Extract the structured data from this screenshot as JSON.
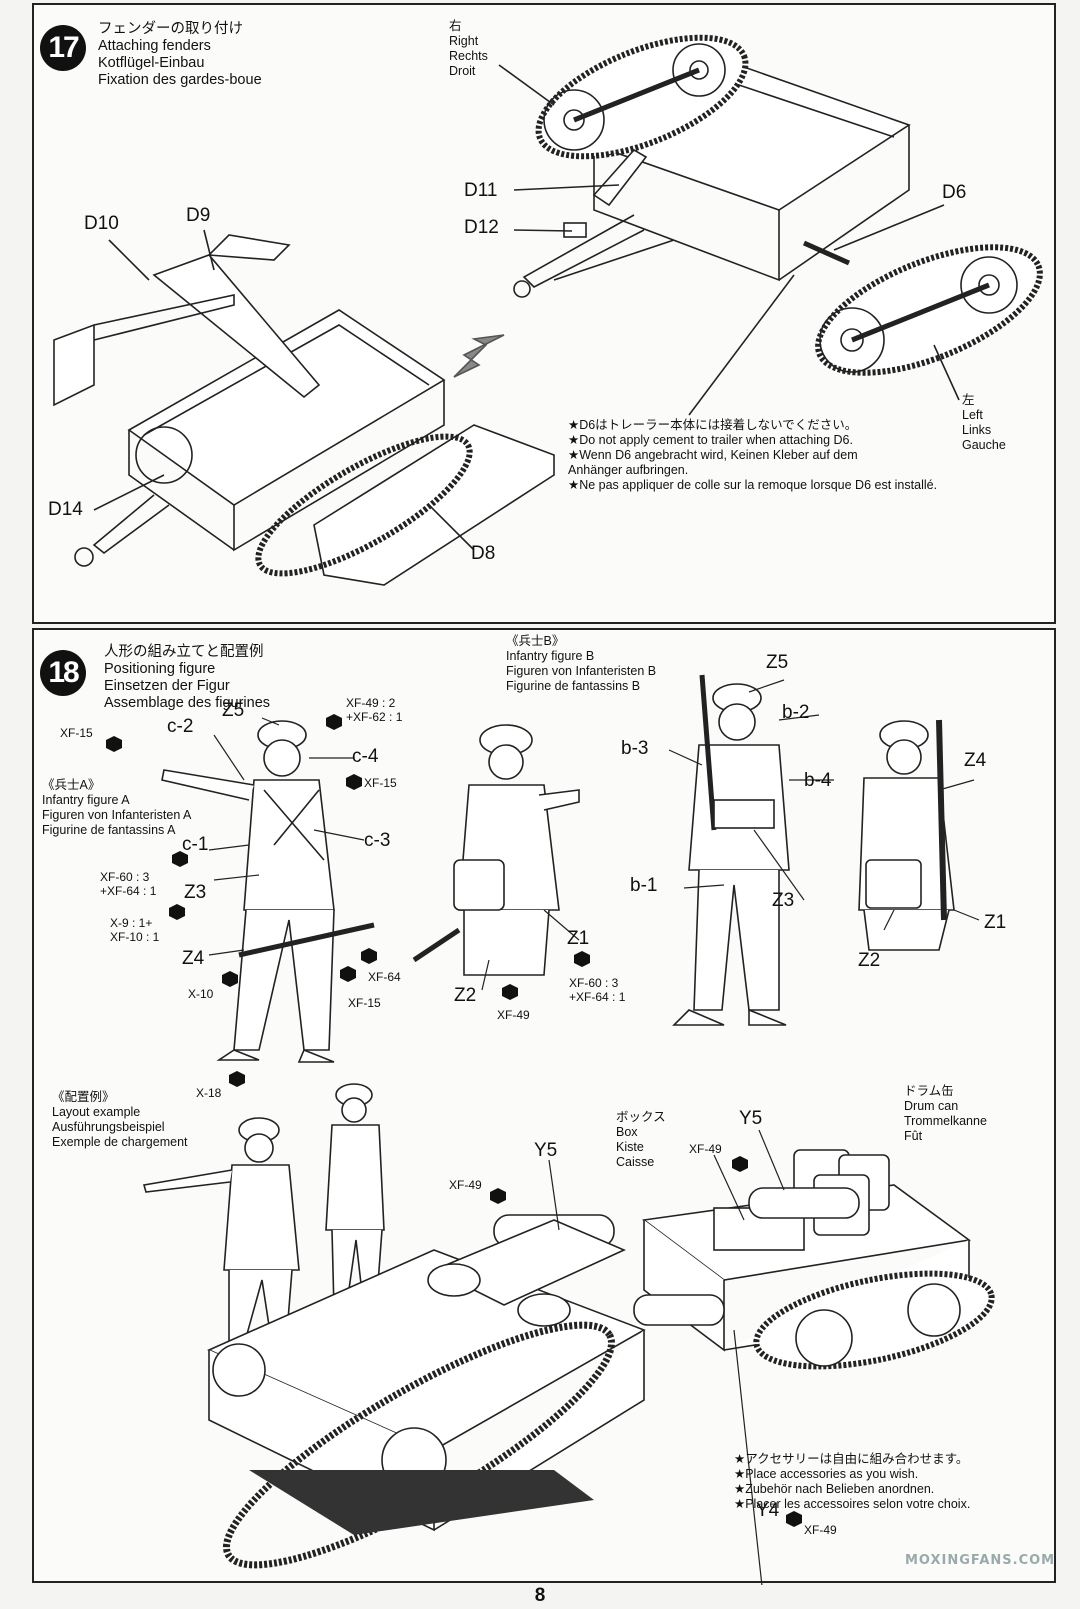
{
  "step17": {
    "number": "17",
    "title": [
      "フェンダーの取り付け",
      "Attaching fenders",
      "Kotflügel-Einbau",
      "Fixation des gardes-boue"
    ],
    "right_label": [
      "右",
      "Right",
      "Rechts",
      "Droit"
    ],
    "left_label": [
      "左",
      "Left",
      "Links",
      "Gauche"
    ],
    "parts": {
      "D11": "D11",
      "D12": "D12",
      "D6": "D6",
      "D10": "D10",
      "D9": "D9",
      "D14": "D14",
      "D8": "D8"
    },
    "note": [
      "★D6はトレーラー本体には接着しないでください。",
      "★Do not apply cement to trailer when attaching D6.",
      "★Wenn D6 angebracht wird, Keinen Kleber auf dem",
      "Anhänger aufbringen.",
      "★Ne pas appliquer de colle sur la remoque lorsque D6 est installé."
    ]
  },
  "step18": {
    "number": "18",
    "title": [
      "人形の組み立てと配置例",
      "Positioning figure",
      "Einsetzen der Figur",
      "Assemblage des figurines"
    ],
    "figure_a": [
      "《兵士A》",
      "Infantry figure A",
      "Figuren von Infanteristen A",
      "Figurine de fantassins A"
    ],
    "figure_b": [
      "《兵士B》",
      "Infantry figure B",
      "Figuren von Infanteristen B",
      "Figurine de fantassins B"
    ],
    "layout": [
      "《配置例》",
      "Layout example",
      "Ausführungsbeispiel",
      "Exemple de chargement"
    ],
    "box_label": [
      "ボックス",
      "Box",
      "Kiste",
      "Caisse"
    ],
    "drum_label": [
      "ドラム缶",
      "Drum can",
      "Trommelkanne",
      "Fût"
    ],
    "parts_a": {
      "c2": "c-2",
      "z5": "Z5",
      "c4": "c-4",
      "c3": "c-3",
      "c1": "c-1",
      "z3": "Z3",
      "z4": "Z4"
    },
    "parts_mid": {
      "z1": "Z1",
      "z2": "Z2"
    },
    "parts_b": {
      "z5": "Z5",
      "b2": "b-2",
      "b3": "b-3",
      "b4": "b-4",
      "b1": "b-1",
      "z3": "Z3"
    },
    "parts_b2": {
      "z4": "Z4",
      "z1": "Z1",
      "z2": "Z2"
    },
    "parts_layout": {
      "y5a": "Y5",
      "y5b": "Y5",
      "y4": "Y4"
    },
    "paints": {
      "xf15a": "XF-15",
      "helmet_mix": [
        "XF-49 : 2",
        "+XF-62 : 1"
      ],
      "xf15b": "XF-15",
      "uniform_mix": [
        "XF-60 : 3",
        "+XF-64 : 1"
      ],
      "rifle_mix": [
        "X-9 : 1+",
        "XF-10 : 1"
      ],
      "x10": "X-10",
      "xf64": "XF-64",
      "xf15c": "XF-15",
      "x18": "X-18",
      "xf49a": "XF-49",
      "uniform_mix2": [
        "XF-60 : 3",
        "+XF-64 : 1"
      ],
      "xf49b": "XF-49",
      "xf49c": "XF-49",
      "xf49d": "XF-49"
    },
    "note": [
      "★アクセサリーは自由に組み合わせます。",
      "★Place accessories as you wish.",
      "★Zubehör nach Belieben anordnen.",
      "★Placer les accessoires selon votre choix."
    ]
  },
  "page_number": "8",
  "watermark": "MOXINGFANS.COM"
}
